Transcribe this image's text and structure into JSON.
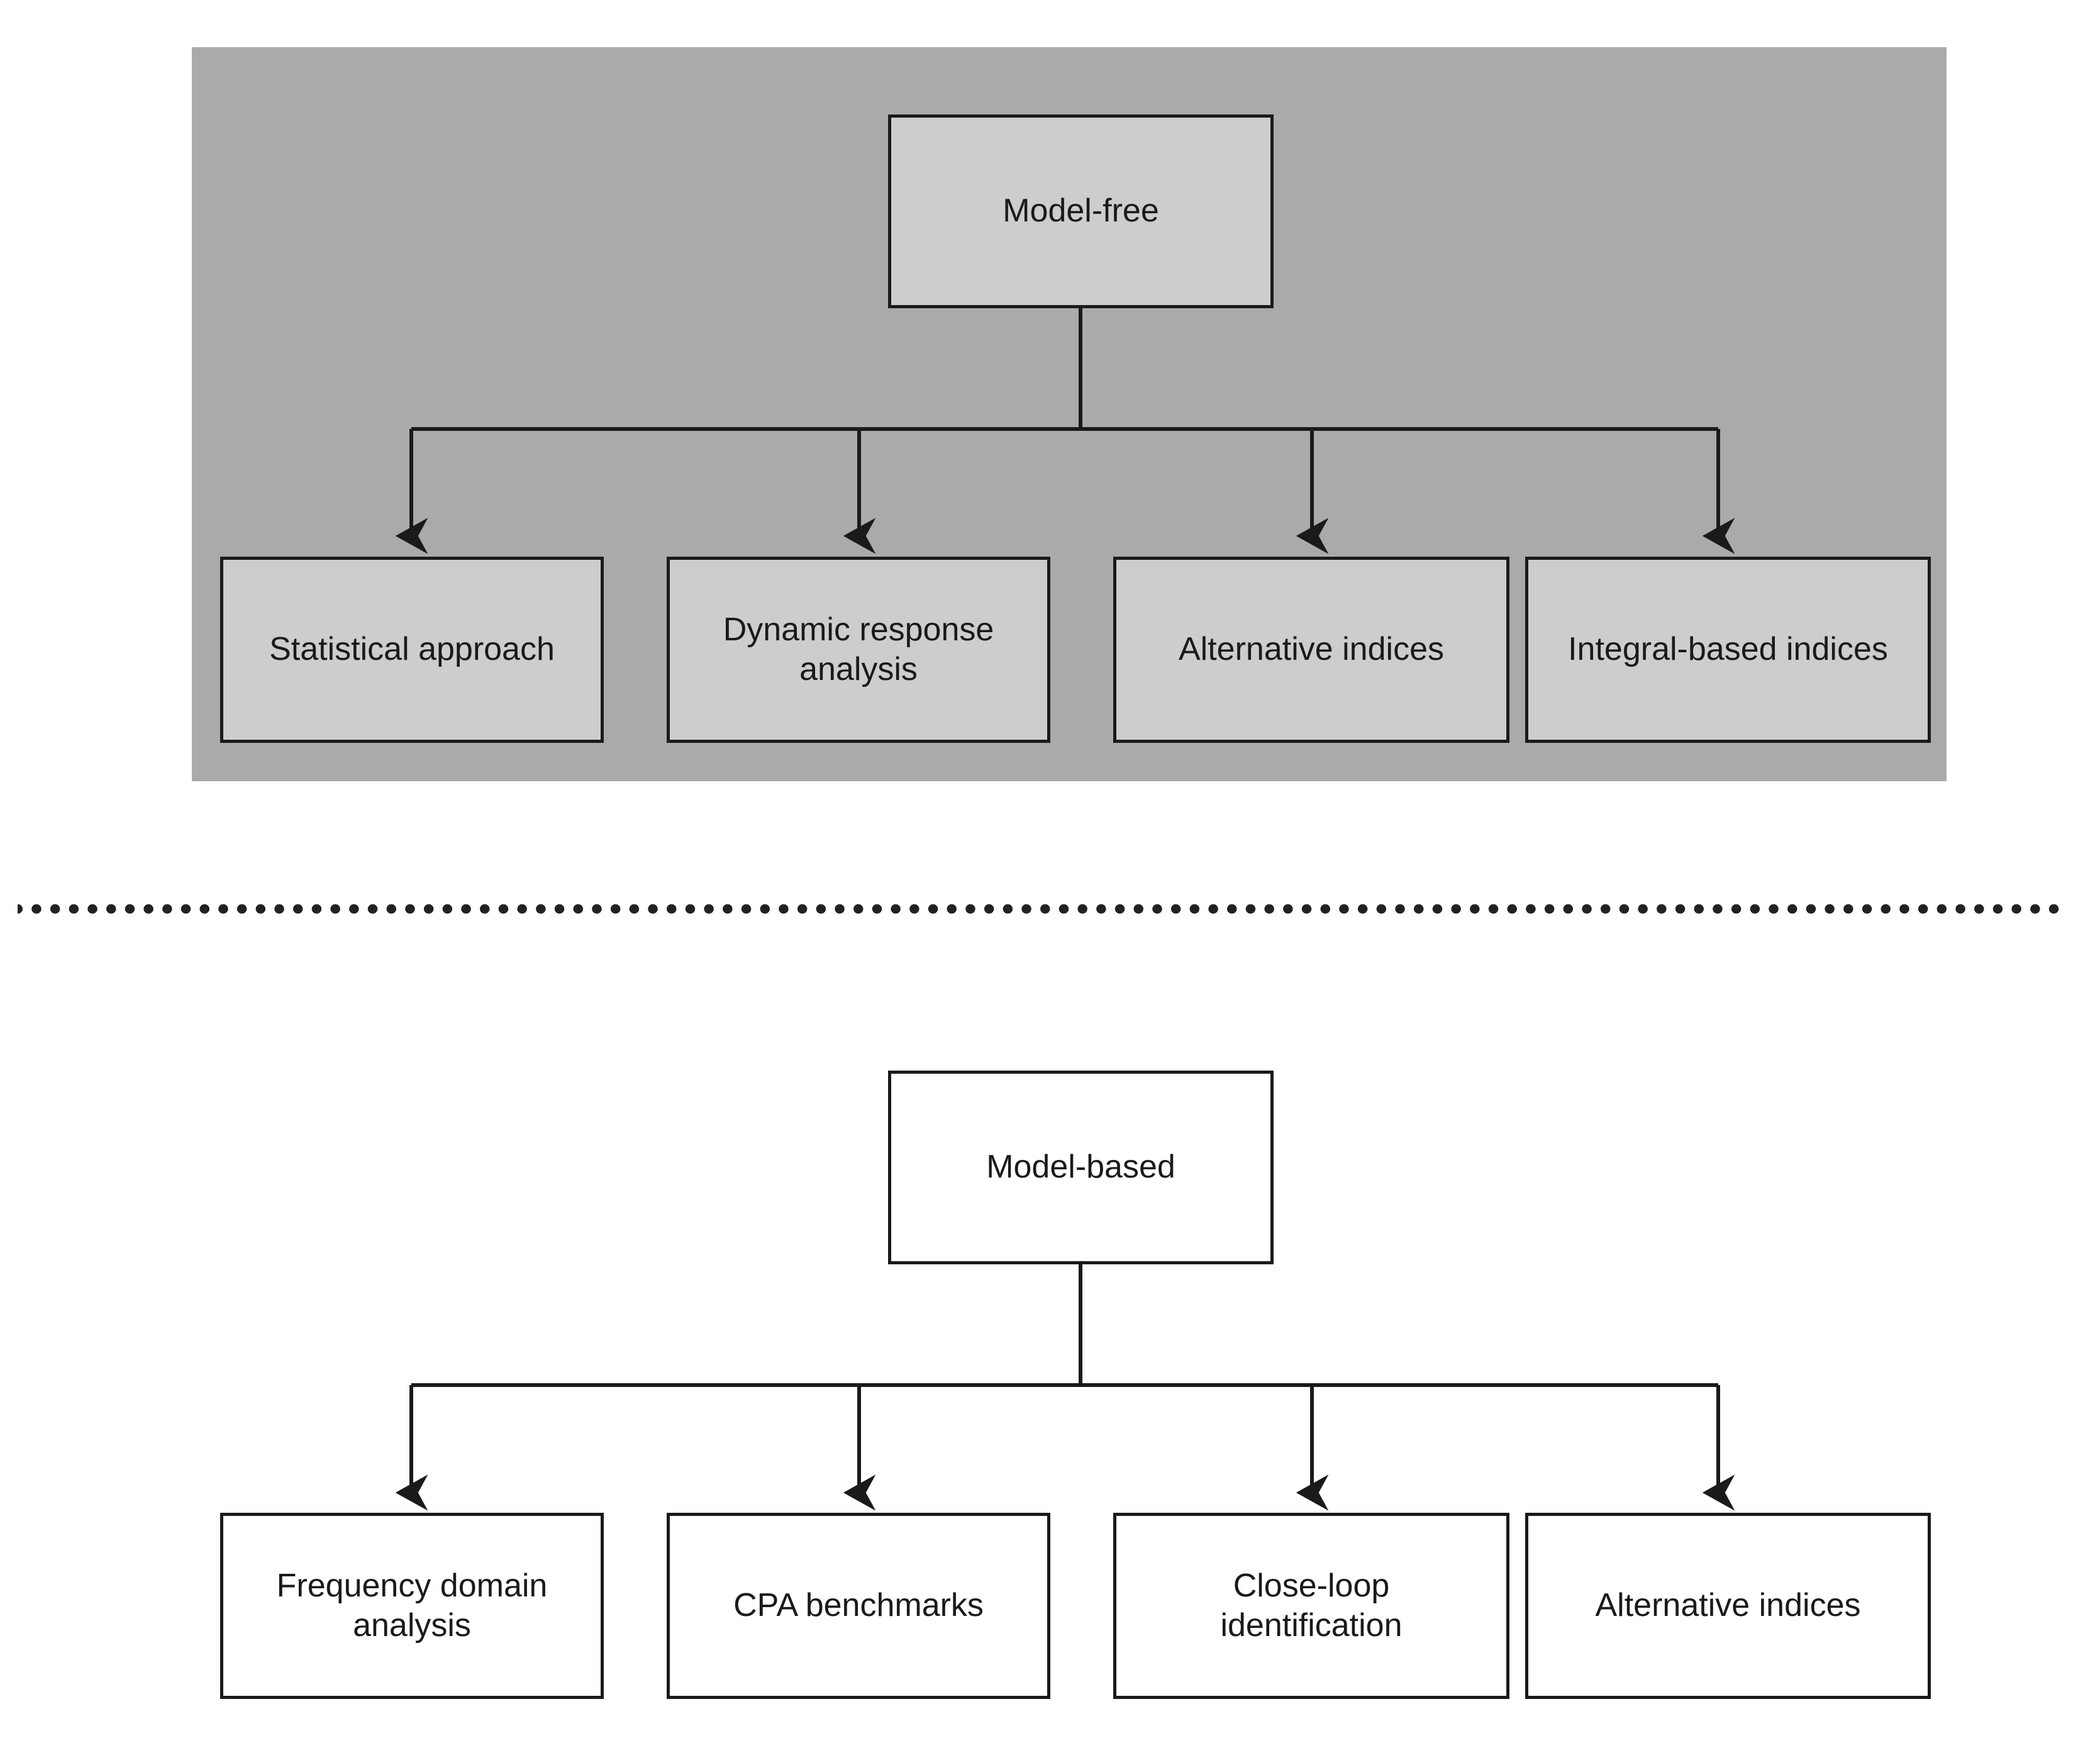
{
  "diagram": {
    "type": "flowchart",
    "orientation": "top-down",
    "title_text": "",
    "groups": [
      {
        "id": "model-free-group",
        "shaded": true,
        "panel_color": "#aaaaaa",
        "node_fill": "#cdcdcd",
        "root": {
          "id": "model-free",
          "label": "Model-free"
        },
        "children": [
          {
            "id": "statistical-approach",
            "label": "Statistical approach"
          },
          {
            "id": "dynamic-response-analysis",
            "label": "Dynamic response\nanalysis"
          },
          {
            "id": "alternative-indices-free",
            "label": "Alternative indices"
          },
          {
            "id": "integral-based-indices",
            "label": "Integral-based indices"
          }
        ]
      },
      {
        "id": "model-based-group",
        "shaded": false,
        "panel_color": "#ffffff",
        "node_fill": "#ffffff",
        "root": {
          "id": "model-based",
          "label": "Model-based"
        },
        "children": [
          {
            "id": "frequency-domain-analysis",
            "label": "Frequency domain\nanalysis"
          },
          {
            "id": "cpa-benchmarks",
            "label": "CPA benchmarks"
          },
          {
            "id": "close-loop-identification",
            "label": "Close-loop\nidentification"
          },
          {
            "id": "alternative-indices-based",
            "label": "Alternative indices"
          }
        ]
      }
    ],
    "divider": {
      "style": "dotted",
      "color": "#222222"
    },
    "colors": {
      "panel_background": "#aaaaaa",
      "shaded_node_fill": "#cdcdcd",
      "plain_node_fill": "#ffffff",
      "node_border": "#1a1a1a",
      "connector": "#1a1a1a",
      "text": "#1a1a1a",
      "page_background": "#ffffff"
    }
  }
}
